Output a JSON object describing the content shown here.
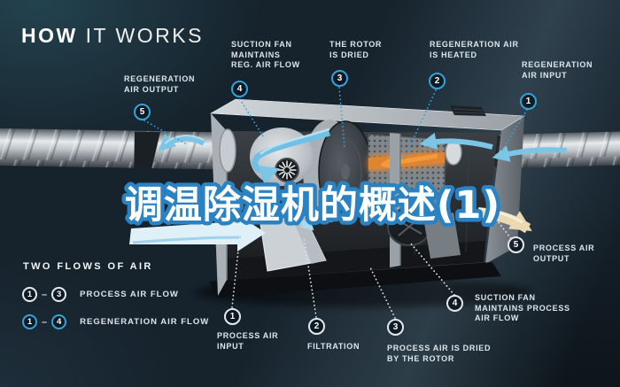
{
  "header": {
    "title_bold": "HOW",
    "title_light": " IT WORKS"
  },
  "overlay_title": "调温除湿机的概述(1)",
  "callouts": {
    "regeneration": [
      {
        "num": "1",
        "label": "REGENERATION\nAIR INPUT"
      },
      {
        "num": "2",
        "label": "REGENERATION AIR\nIS HEATED"
      },
      {
        "num": "3",
        "label": "THE ROTOR\nIS DRIED"
      },
      {
        "num": "4",
        "label": "SUCTION FAN\nMAINTAINS\nREG. AIR FLOW"
      },
      {
        "num": "5",
        "label": "REGENERATION\nAIR OUTPUT"
      }
    ],
    "process": [
      {
        "num": "1",
        "label": "PROCESS AIR\nINPUT"
      },
      {
        "num": "2",
        "label": "FILTRATION"
      },
      {
        "num": "3",
        "label": "PROCESS AIR IS DRIED\nBY THE ROTOR"
      },
      {
        "num": "4",
        "label": "SUCTION FAN\nMAINTAINS PROCESS\nAIR FLOW"
      },
      {
        "num": "5",
        "label": "PROCESS AIR\nOUTPUT"
      }
    ]
  },
  "legend": {
    "heading": "TWO FLOWS OF AIR",
    "dash": "–",
    "rows": [
      {
        "start": "1",
        "end": "3",
        "label": "PROCESS AIR FLOW",
        "kind": "process"
      },
      {
        "start": "1",
        "end": "4",
        "label": "REGENERATION AIR FLOW",
        "kind": "regeneration"
      }
    ]
  },
  "colors": {
    "accent_blue": "#35a3d9",
    "flow_blue": "#7cc5e6",
    "heater_orange": "#e08430",
    "title_stroke": "#2b82c3",
    "label_text": "#dde6ec",
    "background": "#16222c"
  }
}
